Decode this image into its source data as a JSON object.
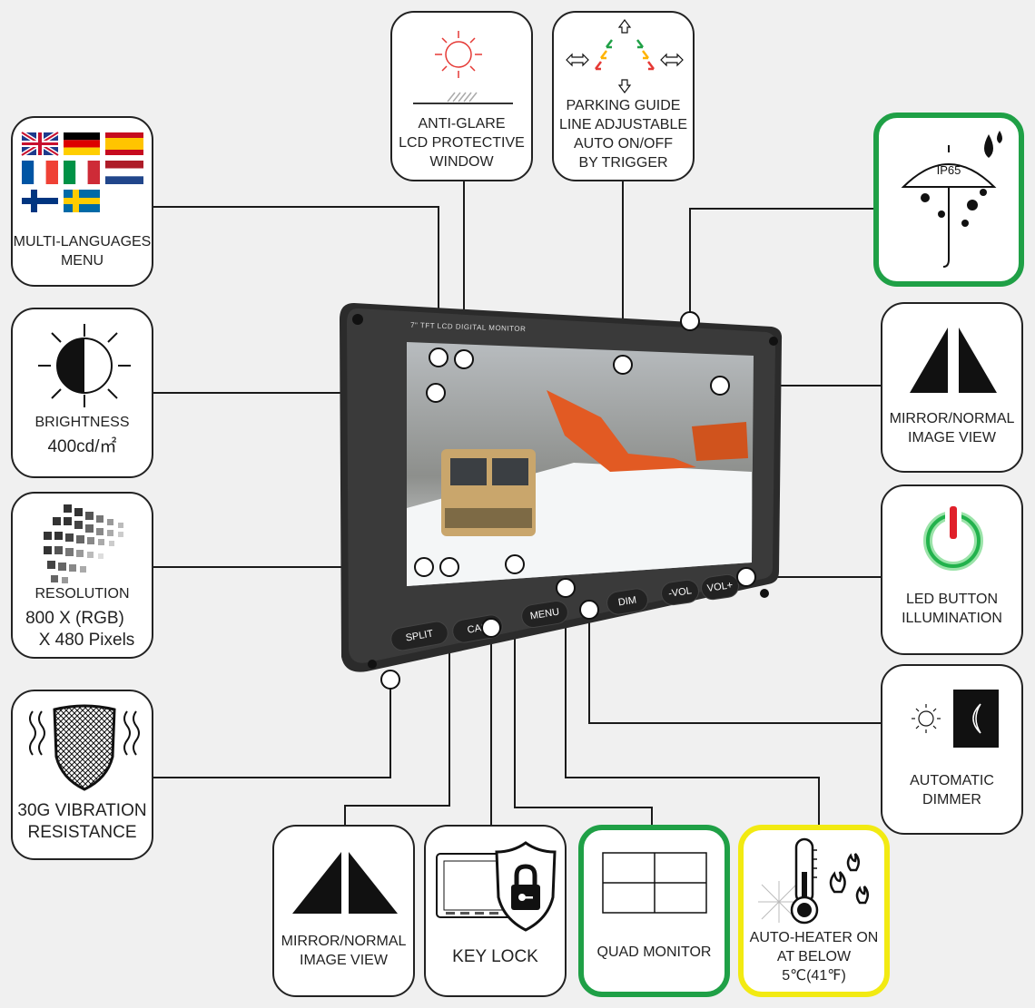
{
  "features": {
    "multi_languages": {
      "line1": "MULTI-LANGUAGES",
      "line2": "MENU"
    },
    "brightness": {
      "line1": "BRIGHTNESS",
      "line2": "400cd/㎡"
    },
    "resolution": {
      "line1": "RESOLUTION",
      "line2": "800 X (RGB)",
      "line3": "X 480 Pixels"
    },
    "vibration": {
      "line1": "30G VIBRATION",
      "line2": "RESISTANCE"
    },
    "anti_glare": {
      "line1": "ANTI-GLARE",
      "line2": "LCD PROTECTIVE",
      "line3": "WINDOW"
    },
    "parking_guide": {
      "line1": "PARKING GUIDE",
      "line2": "LINE ADJUSTABLE",
      "line3": "AUTO ON/OFF",
      "line4": "BY TRIGGER"
    },
    "ip65": {
      "badge": "IP65"
    },
    "mirror_right": {
      "line1": "MIRROR/NORMAL",
      "line2": "IMAGE VIEW"
    },
    "led_button": {
      "line1": "LED BUTTON",
      "line2": "ILLUMINATION"
    },
    "auto_dimmer": {
      "line1": "AUTOMATIC",
      "line2": "DIMMER"
    },
    "mirror_bottom": {
      "line1": "MIRROR/NORMAL",
      "line2": "IMAGE VIEW"
    },
    "key_lock": {
      "line1": "KEY LOCK"
    },
    "quad_monitor": {
      "line1": "QUAD MONITOR"
    },
    "auto_heater": {
      "line1": "AUTO-HEATER ON",
      "line2": "AT BELOW",
      "line3": "5℃(41℉)"
    }
  },
  "monitor": {
    "model_label": "7\" TFT LCD DIGITAL MONITOR",
    "buttons": {
      "split": "SPLIT",
      "cas": "CAS",
      "menu": "MENU",
      "dim": "DIM",
      "vol_minus": "-VOL",
      "vol_plus": "VOL+"
    }
  },
  "colors": {
    "green_border": "#1fa046",
    "yellow_border": "#f2ea12",
    "led_red": "#e0202a",
    "led_glow": "#22b24c"
  }
}
